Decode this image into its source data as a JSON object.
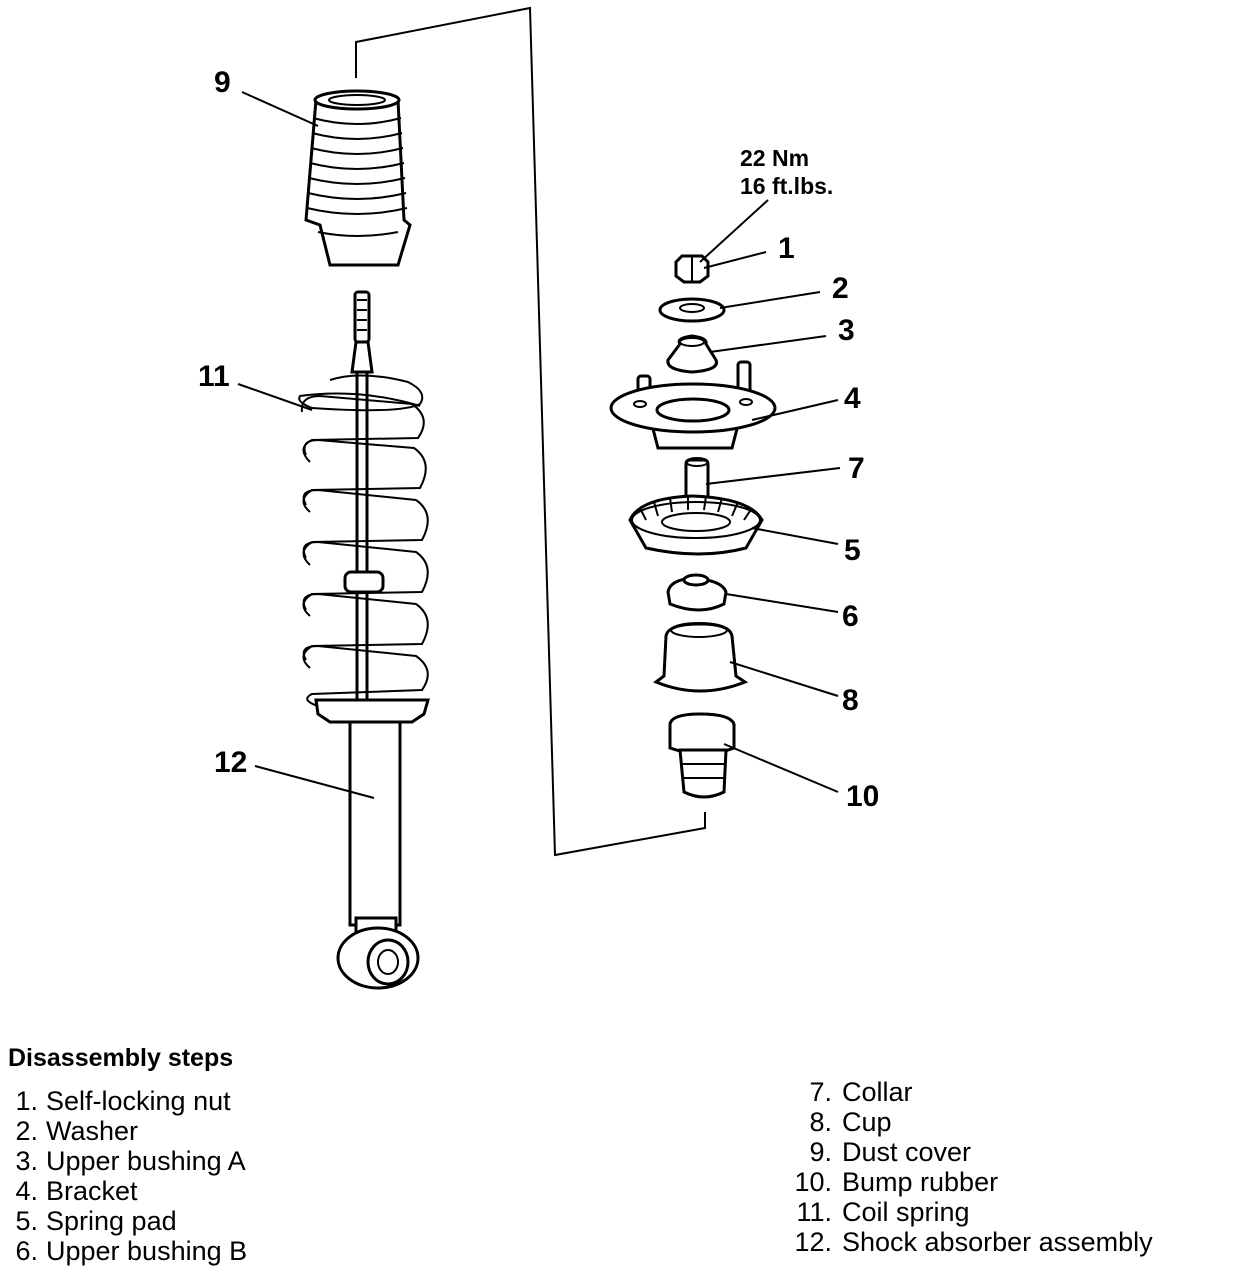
{
  "callouts": {
    "c1": "1",
    "c2": "2",
    "c3": "3",
    "c4": "4",
    "c5": "5",
    "c6": "6",
    "c7": "7",
    "c8": "8",
    "c9": "9",
    "c10": "10",
    "c11": "11",
    "c12": "12"
  },
  "torque": {
    "nm": "22 Nm",
    "ftlbs": "16 ft.lbs."
  },
  "heading": "Disassembly steps",
  "steps_left": [
    {
      "num": "1.",
      "label": "Self-locking nut"
    },
    {
      "num": "2.",
      "label": "Washer"
    },
    {
      "num": "3.",
      "label": "Upper bushing A"
    },
    {
      "num": "4.",
      "label": "Bracket"
    },
    {
      "num": "5.",
      "label": "Spring pad"
    },
    {
      "num": "6.",
      "label": "Upper bushing B"
    }
  ],
  "steps_right": [
    {
      "num": "7.",
      "label": "Collar"
    },
    {
      "num": "8.",
      "label": "Cup"
    },
    {
      "num": "9.",
      "label": "Dust cover"
    },
    {
      "num": "10.",
      "label": "Bump rubber"
    },
    {
      "num": "11.",
      "label": "Coil spring"
    },
    {
      "num": "12.",
      "label": "Shock absorber assembly"
    }
  ]
}
